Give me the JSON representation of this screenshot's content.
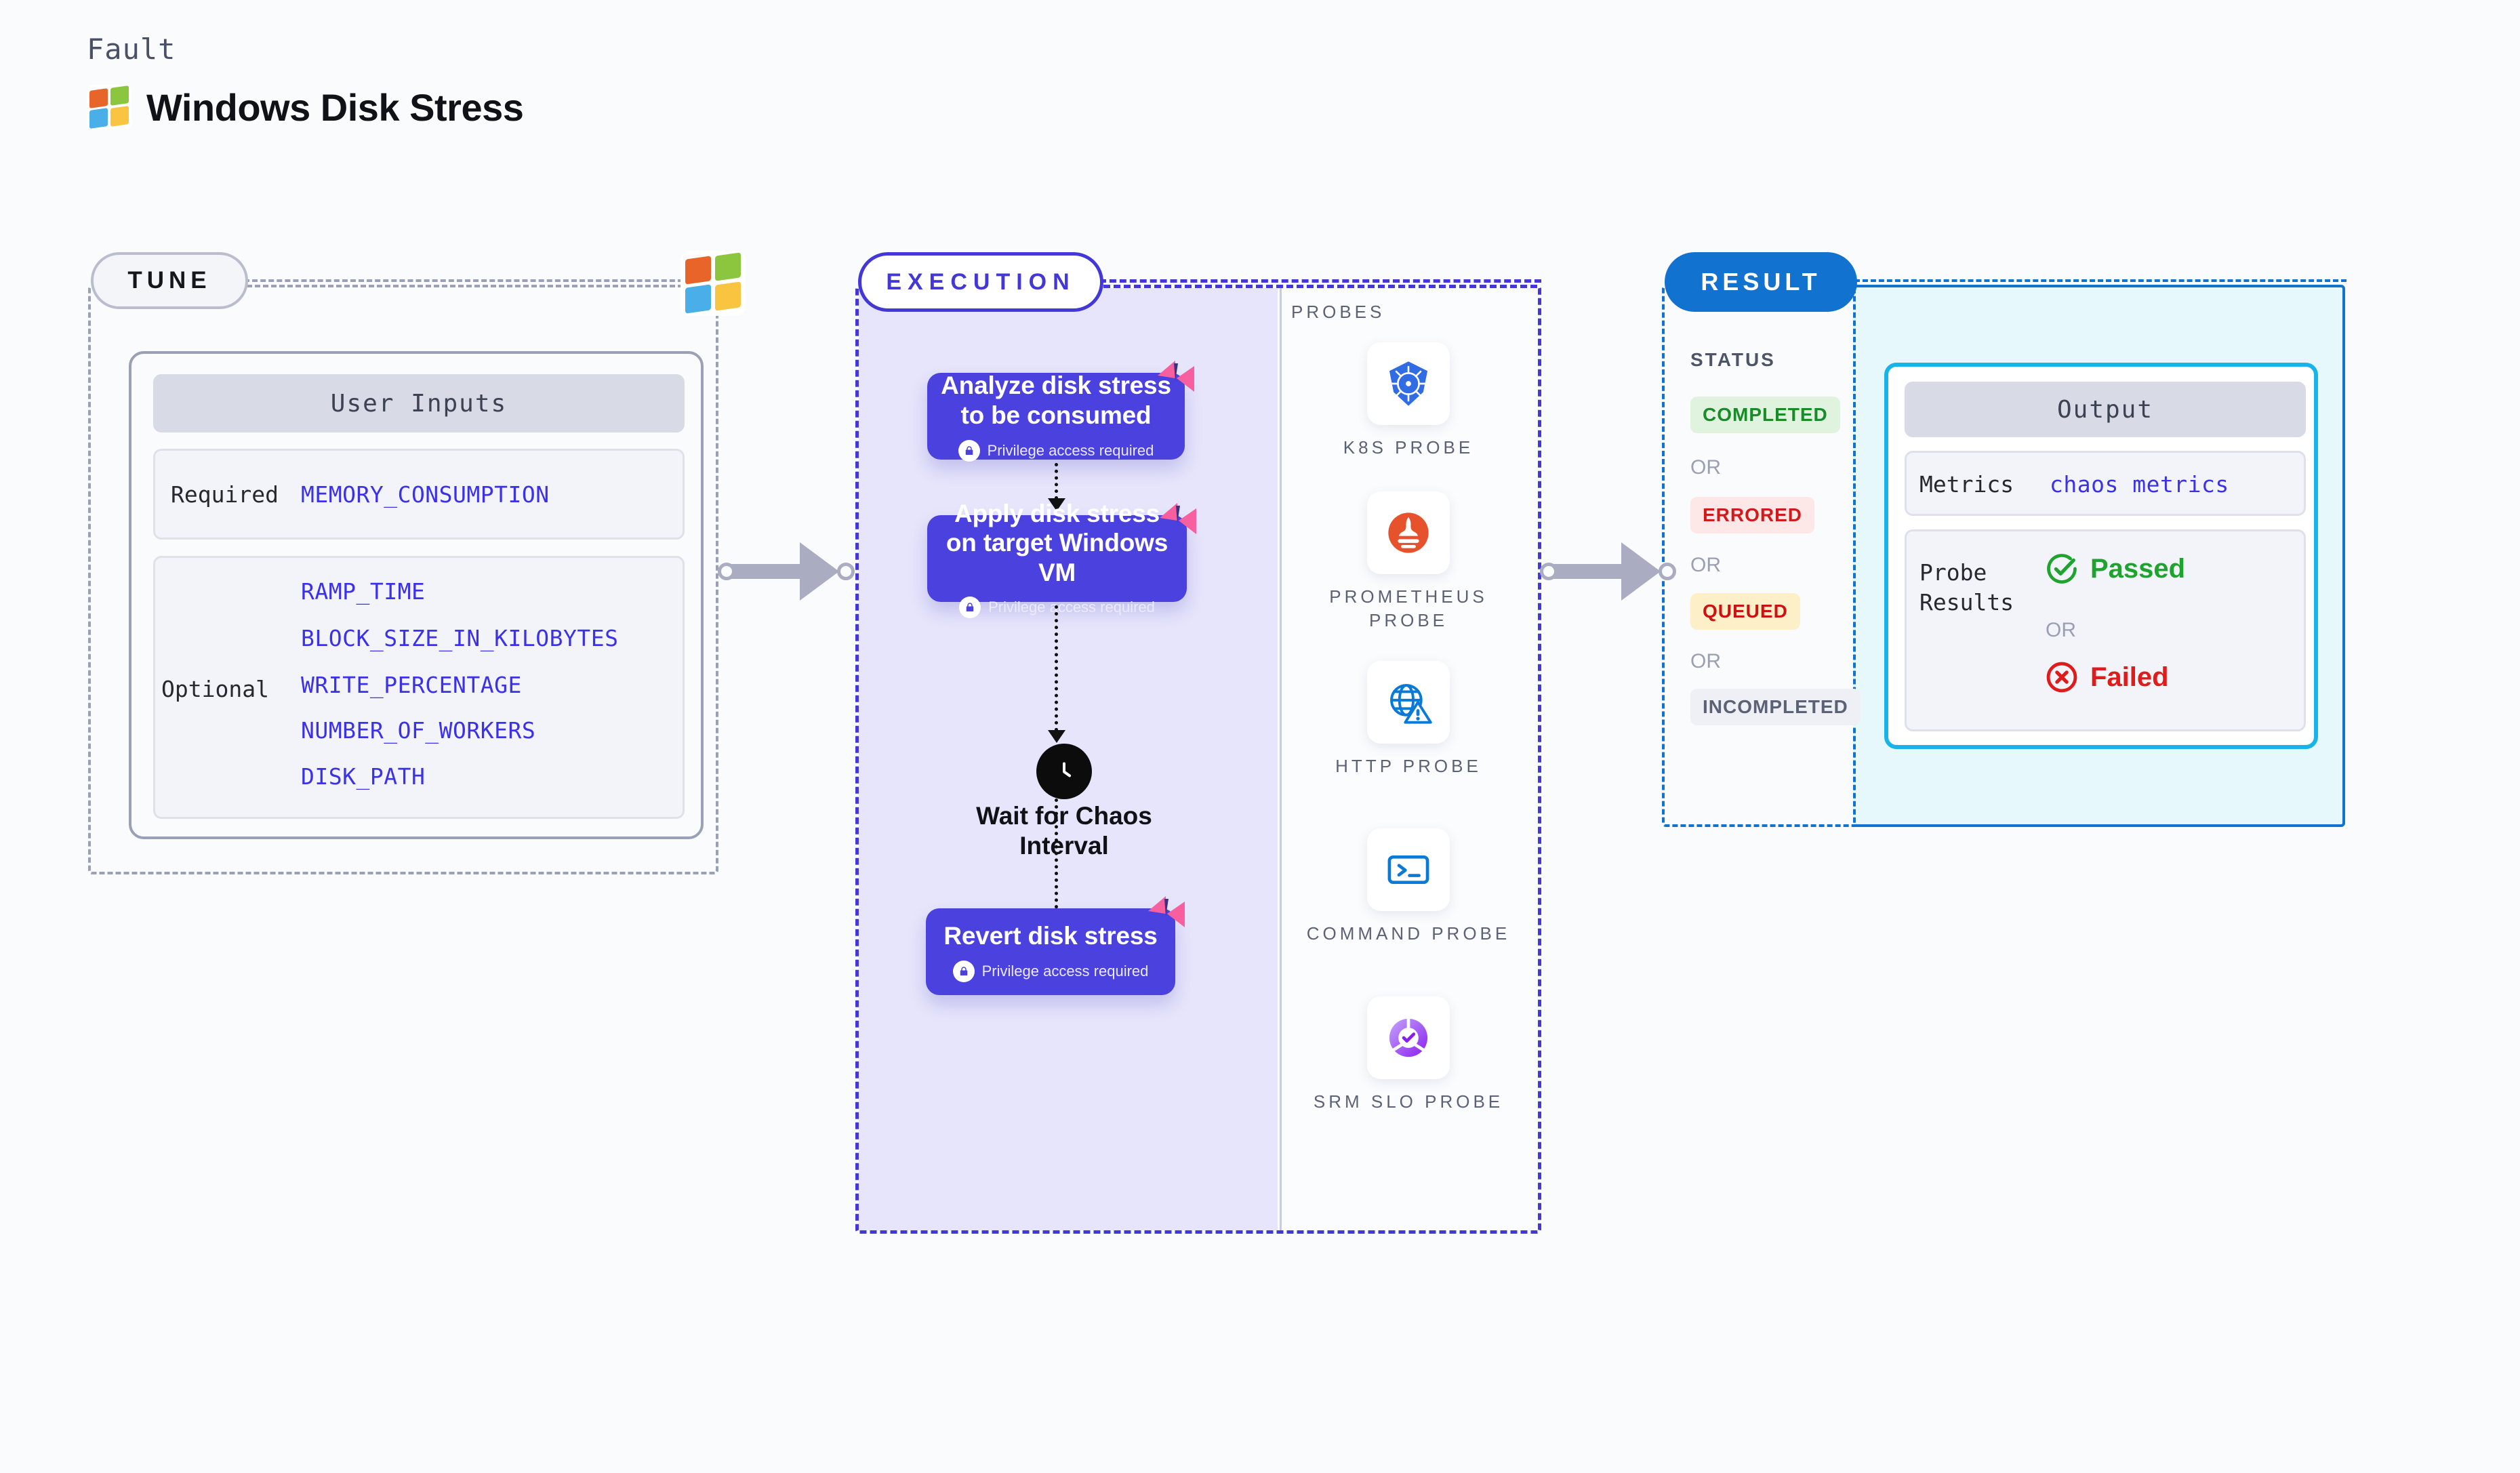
{
  "header": {
    "kicker": "Fault",
    "title": "Windows Disk Stress",
    "logo_icon": "windows-logo-icon"
  },
  "tune": {
    "pill_label": "TUNE",
    "logo_icon": "windows-logo-icon",
    "card_title": "User Inputs",
    "required_label": "Required",
    "required_params": [
      "MEMORY_CONSUMPTION"
    ],
    "optional_label": "Optional",
    "optional_params": [
      "RAMP_TIME",
      "BLOCK_SIZE_IN_KILOBYTES",
      "WRITE_PERCENTAGE",
      "NUMBER_OF_WORKERS",
      "DISK_PATH"
    ]
  },
  "execution": {
    "pill_label": "EXECUTION",
    "privilege_note": "Privilege access required",
    "steps": [
      {
        "title": "Analyze disk stress to be consumed",
        "privilege": true,
        "icon": "lock-icon",
        "ribbon": "pink-ribbon-icon"
      },
      {
        "title": "Apply disk stress on target Windows VM",
        "privilege": true,
        "icon": "lock-icon",
        "ribbon": "pink-ribbon-icon"
      },
      {
        "title": "Revert disk stress",
        "privilege": true,
        "icon": "lock-icon",
        "ribbon": "pink-ribbon-icon"
      }
    ],
    "wait": {
      "label": "Wait for Chaos Interval",
      "icon": "clock-icon"
    }
  },
  "probes": {
    "title": "PROBES",
    "items": [
      {
        "label": "K8S PROBE",
        "icon": "kubernetes-icon"
      },
      {
        "label": "PROMETHEUS PROBE",
        "icon": "prometheus-icon"
      },
      {
        "label": "HTTP PROBE",
        "icon": "http-globe-warning-icon"
      },
      {
        "label": "COMMAND PROBE",
        "icon": "terminal-icon"
      },
      {
        "label": "SRM SLO PROBE",
        "icon": "srm-slo-icon"
      }
    ]
  },
  "result": {
    "pill_label": "RESULT",
    "status_title": "STATUS",
    "or_label": "OR",
    "statuses": [
      {
        "label": "COMPLETED",
        "bg": "#dff3df",
        "fg": "#1b8a28"
      },
      {
        "label": "ERRORED",
        "bg": "#fde7e7",
        "fg": "#d01b1b"
      },
      {
        "label": "QUEUED",
        "bg": "#fdf0c8",
        "fg": "#cc1111"
      },
      {
        "label": "INCOMPLETED",
        "bg": "#eef0f6",
        "fg": "#5c6275"
      }
    ],
    "output": {
      "card_title": "Output",
      "metrics_label": "Metrics",
      "metrics_value": "chaos metrics",
      "probe_results_label": "Probe Results",
      "passed_label": "Passed",
      "passed_icon": "check-circle-icon",
      "failed_label": "Failed",
      "failed_icon": "x-circle-icon",
      "or_label": "OR"
    }
  },
  "colors": {
    "tune_accent": "#9aa0b5",
    "execution_accent": "#4338d6",
    "result_accent": "#1272cf",
    "output_accent": "#18b4e9",
    "step_bg": "#4b41df",
    "param_text": "#3b31e8",
    "ribbon": "#f75f9e"
  }
}
